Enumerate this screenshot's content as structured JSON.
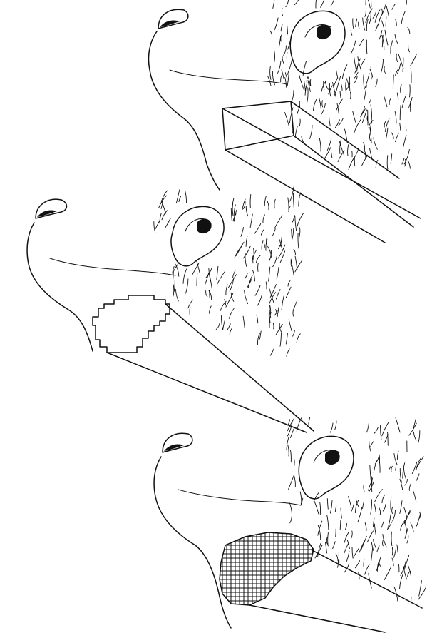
{
  "figure": {
    "panels": [
      {
        "id": "panel-1",
        "treatment_field": "open-rectangular-field"
      },
      {
        "id": "panel-2",
        "treatment_field": "stepped-irregular-outline"
      },
      {
        "id": "panel-3",
        "treatment_field": "gridded-field"
      }
    ]
  },
  "colors": {
    "ink": "#111111",
    "background": "#ffffff"
  }
}
